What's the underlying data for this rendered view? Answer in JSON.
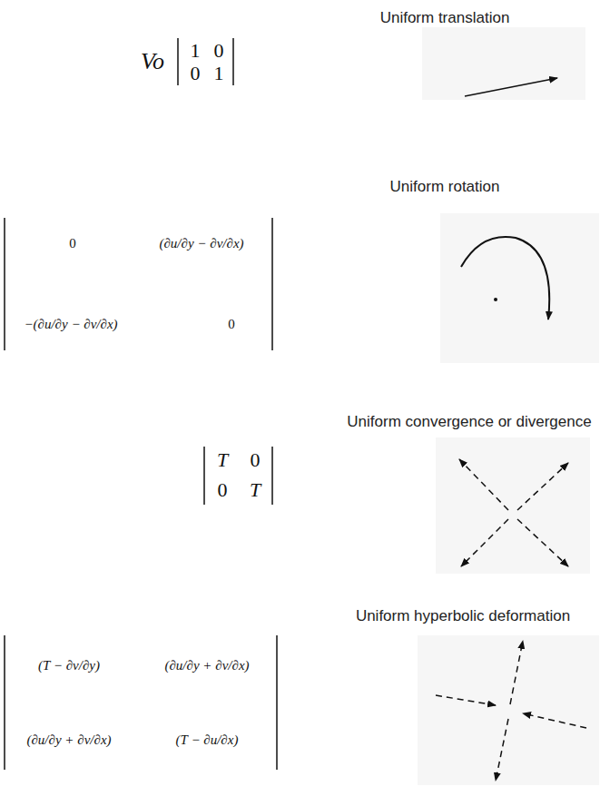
{
  "diagram": {
    "labels": [
      "Uniform translation",
      "Vo",
      "1",
      "0",
      "0",
      "1",
      "Uniform rotation",
      "0",
      "(∂u/∂y − ∂v/∂x)",
      "−(∂u/∂y − ∂v/∂x)",
      "0",
      "Uniform convergence or divergence",
      "T",
      "0",
      "0",
      "T",
      "Uniform hyperbolic deformation",
      "(T − ∂v/∂y)",
      "(∂u/∂y + ∂v/∂x)",
      "(∂u/∂y + ∂v/∂x)",
      "(T − ∂u/∂x)"
    ]
  }
}
